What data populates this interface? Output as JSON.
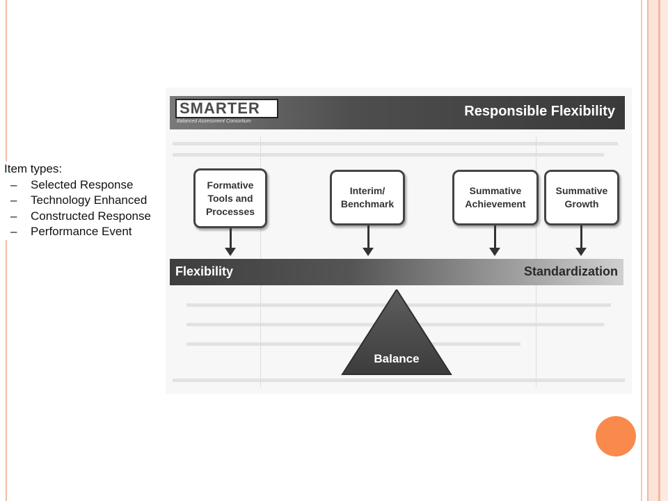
{
  "item_types": {
    "title": "Item types:",
    "items": [
      "Selected Response",
      "Technology Enhanced",
      "Constructed Response",
      "Performance Event"
    ],
    "dash": "–"
  },
  "figure": {
    "logo": "SMARTER",
    "logo_subtitle": "Balanced Assessment Consortium",
    "header_title": "Responsible Flexibility",
    "nodes": [
      {
        "label_lines": [
          "Formative",
          "Tools and",
          "Processes"
        ]
      },
      {
        "label_lines": [
          "Interim/",
          "Benchmark"
        ]
      },
      {
        "label_lines": [
          "Summative",
          "Achievement"
        ]
      },
      {
        "label_lines": [
          "Summative",
          "Growth"
        ]
      }
    ],
    "beam_left": "Flexibility",
    "beam_right": "Standardization",
    "fulcrum_label": "Balance"
  },
  "colors": {
    "accent": "#f98a4c",
    "border": "#f4b9a3"
  }
}
